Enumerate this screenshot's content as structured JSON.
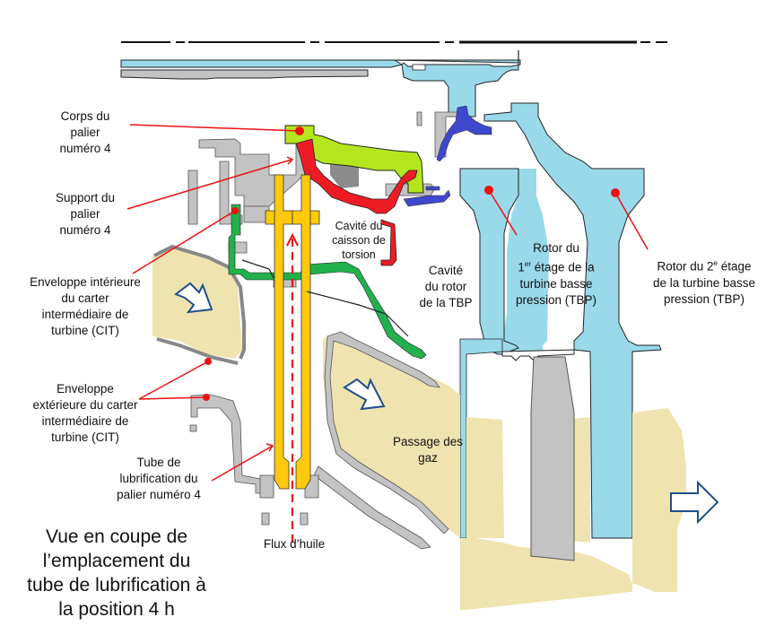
{
  "title": "Vue en coupe de l’emplacement du tube de lubrification à la position 4 h",
  "title_lines": "Vue en coupe de\nl’emplacement du\ntube de lubrification à\nla position 4 h",
  "labels": {
    "corps_palier": "Corps du\npalier\nnuméro 4",
    "support_palier": "Support du\npalier\nnuméro 4",
    "enveloppe_interieure": "Enveloppe intérieure\ndu carter\nintermédiaire de\nturbine (CIT)",
    "enveloppe_exterieure": "Enveloppe\nextérieure du carter\nintermédiaire de\nturbine (CIT)",
    "tube_lubrification": "Tube de\nlubrification du\npalier numéro 4",
    "cavite_caisson": "Cavité du\ncaisson de\ntorsion",
    "cavite_rotor": "Cavité\ndu rotor\nde la TBP",
    "rotor1_line1": "Rotor du",
    "rotor1_line2_pre": "1",
    "rotor1_line2_sup": "er",
    "rotor1_line2_post": " étage de la",
    "rotor1_line3": "turbine basse",
    "rotor1_line4": "pression (TBP)",
    "rotor2_line1_pre": "Rotor du 2",
    "rotor2_line1_sup": "e",
    "rotor2_line1_post": " étage",
    "rotor2_line2": "de la turbine basse",
    "rotor2_line3": "pression (TBP)",
    "passage_gaz": "Passage des\ngaz",
    "flux_huile": "Flux d’huile"
  },
  "colors": {
    "bearing_housing": "#b5e61d",
    "bearing_support": "#ed1c24",
    "inner_casing": "#22b14c",
    "lube_tube": "#ffc90e",
    "rotor": "#99d9ea",
    "gas_path": "#efe4b0",
    "structure": "#c3c3c3",
    "seal": "#3f48cc",
    "callout": "#ee1111",
    "flow_arrow": "#1f4e8c"
  },
  "icons": {
    "gas_flow_arrow": "arrow-right-outline"
  }
}
